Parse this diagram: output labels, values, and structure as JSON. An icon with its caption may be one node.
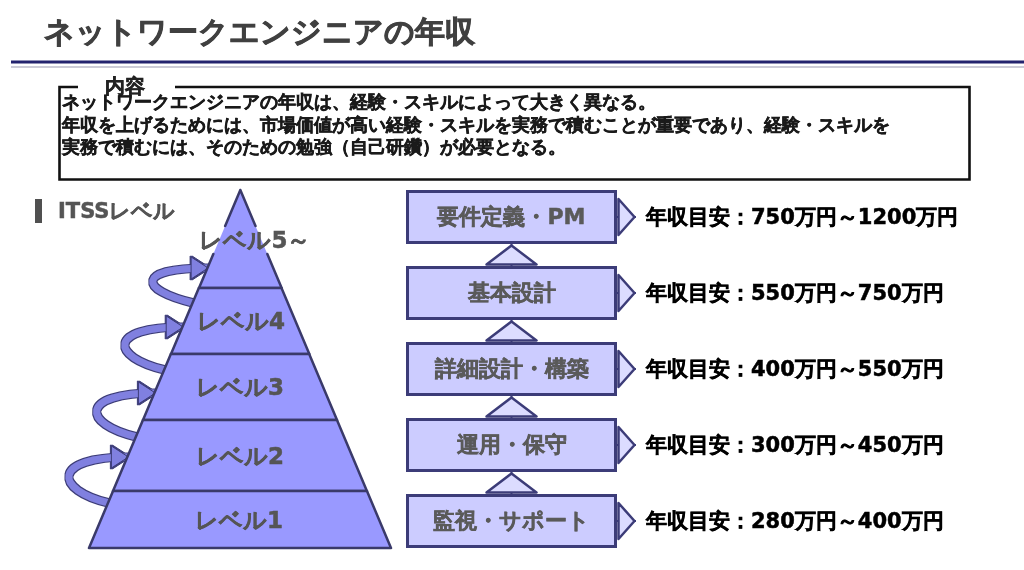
{
  "diagram": {
    "title": "ネットワークエンジニアの年収",
    "nodes": [
      {
        "text": [
          "内容",
          "ネットワークエンジニアの年収は、経験・スキルによって大きく異なる。",
          "年収を上げるためには、市場価値が高い経験・スキルを実務で積むことが重要であり、経験・スキルを実務で積むには、そのための勉強（自己研鑽）が必要となる。"
        ]
      },
      {
        "text": [
          "レベル5～"
        ]
      },
      {
        "text": [
          "レベル4"
        ]
      },
      {
        "text": [
          "レベル3"
        ]
      },
      {
        "text": [
          "レベル2"
        ]
      },
      {
        "text": [
          "レベル1"
        ]
      },
      {
        "text": [
          "要件定義・PM"
        ]
      },
      {
        "text": [
          "年収目安：750万円～1200万円"
        ]
      },
      {
        "text": [
          "基本設計"
        ]
      },
      {
        "text": [
          "年収目安：550万円～750万円"
        ]
      },
      {
        "text": [
          "詳細設計・構築"
        ]
      },
      {
        "text": [
          "年収目安：400万円～550万円"
        ]
      },
      {
        "text": [
          "運用・保守"
        ]
      },
      {
        "text": [
          "年収目安：300万円～450万円"
        ]
      },
      {
        "text": [
          "監視・サポート"
        ]
      },
      {
        "text": [
          "年収目安：280万円～400万円"
        ]
      }
    ],
    "edges": [
      {
        "from": 5,
        "to": 4,
        "arrow": "to",
        "style": "thick",
        "color": "#8080e0"
      },
      {
        "from": 4,
        "to": 3,
        "arrow": "to",
        "style": "thick",
        "color": "#8080e0"
      },
      {
        "from": 3,
        "to": 2,
        "arrow": "to",
        "style": "thick",
        "color": "#8080e0"
      },
      {
        "from": 2,
        "to": 1,
        "arrow": "to",
        "style": "thick",
        "color": "#8080e0"
      },
      {
        "from": 14,
        "to": 12,
        "arrow": "to"
      },
      {
        "from": 12,
        "to": 10,
        "arrow": "to"
      },
      {
        "from": 10,
        "to": 8,
        "arrow": "to"
      },
      {
        "from": 8,
        "to": 6,
        "arrow": "to"
      },
      {
        "from": 6,
        "to": 7,
        "arrow": "to"
      },
      {
        "from": 8,
        "to": 9,
        "arrow": "to"
      },
      {
        "from": 10,
        "to": 11,
        "arrow": "to"
      },
      {
        "from": 12,
        "to": 13,
        "arrow": "to"
      },
      {
        "from": 14,
        "to": 15,
        "arrow": "to"
      }
    ],
    "labels": [
      "ITSSレベル"
    ]
  }
}
